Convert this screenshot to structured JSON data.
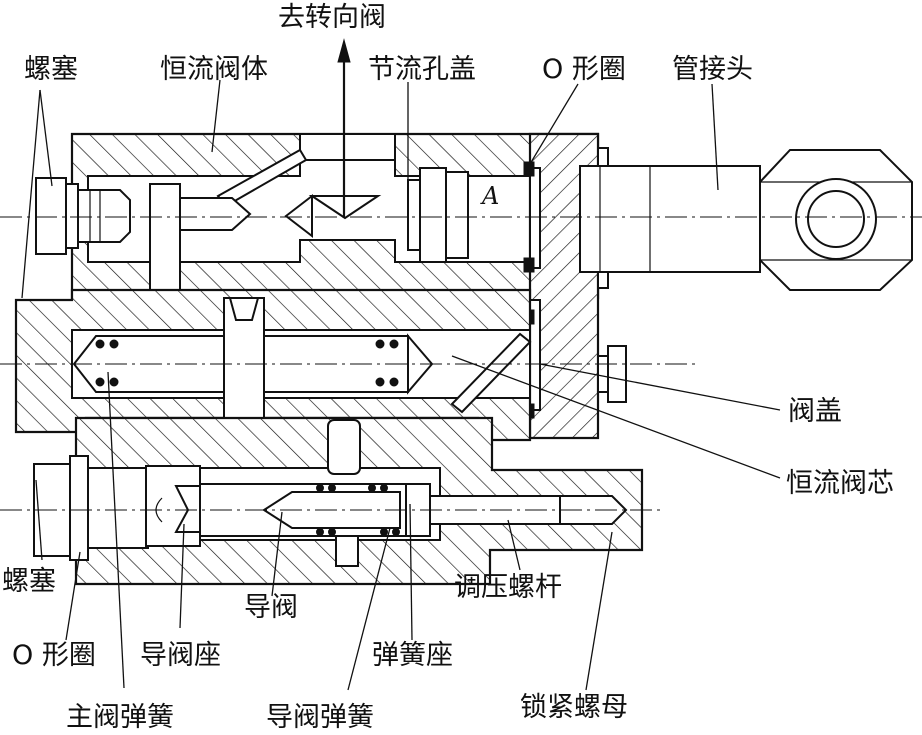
{
  "labels": {
    "to_steering_valve": "去转向阀",
    "plug_top": "螺塞",
    "flow_valve_body": "恒流阀体",
    "orifice_cover": "节流孔盖",
    "o_ring_top": "O 形圈",
    "pipe_joint": "管接头",
    "point_a": "A",
    "valve_cover": "阀盖",
    "flow_valve_core": "恒流阀芯",
    "plug_bottom": "螺塞",
    "o_ring_bottom": "O 形圈",
    "pilot_seat": "导阀座",
    "pilot_valve": "导阀",
    "adjust_screw": "调压螺杆",
    "spring_seat": "弹簧座",
    "main_spring": "主阀弹簧",
    "pilot_spring": "导阀弹簧",
    "lock_nut": "锁紧螺母"
  }
}
